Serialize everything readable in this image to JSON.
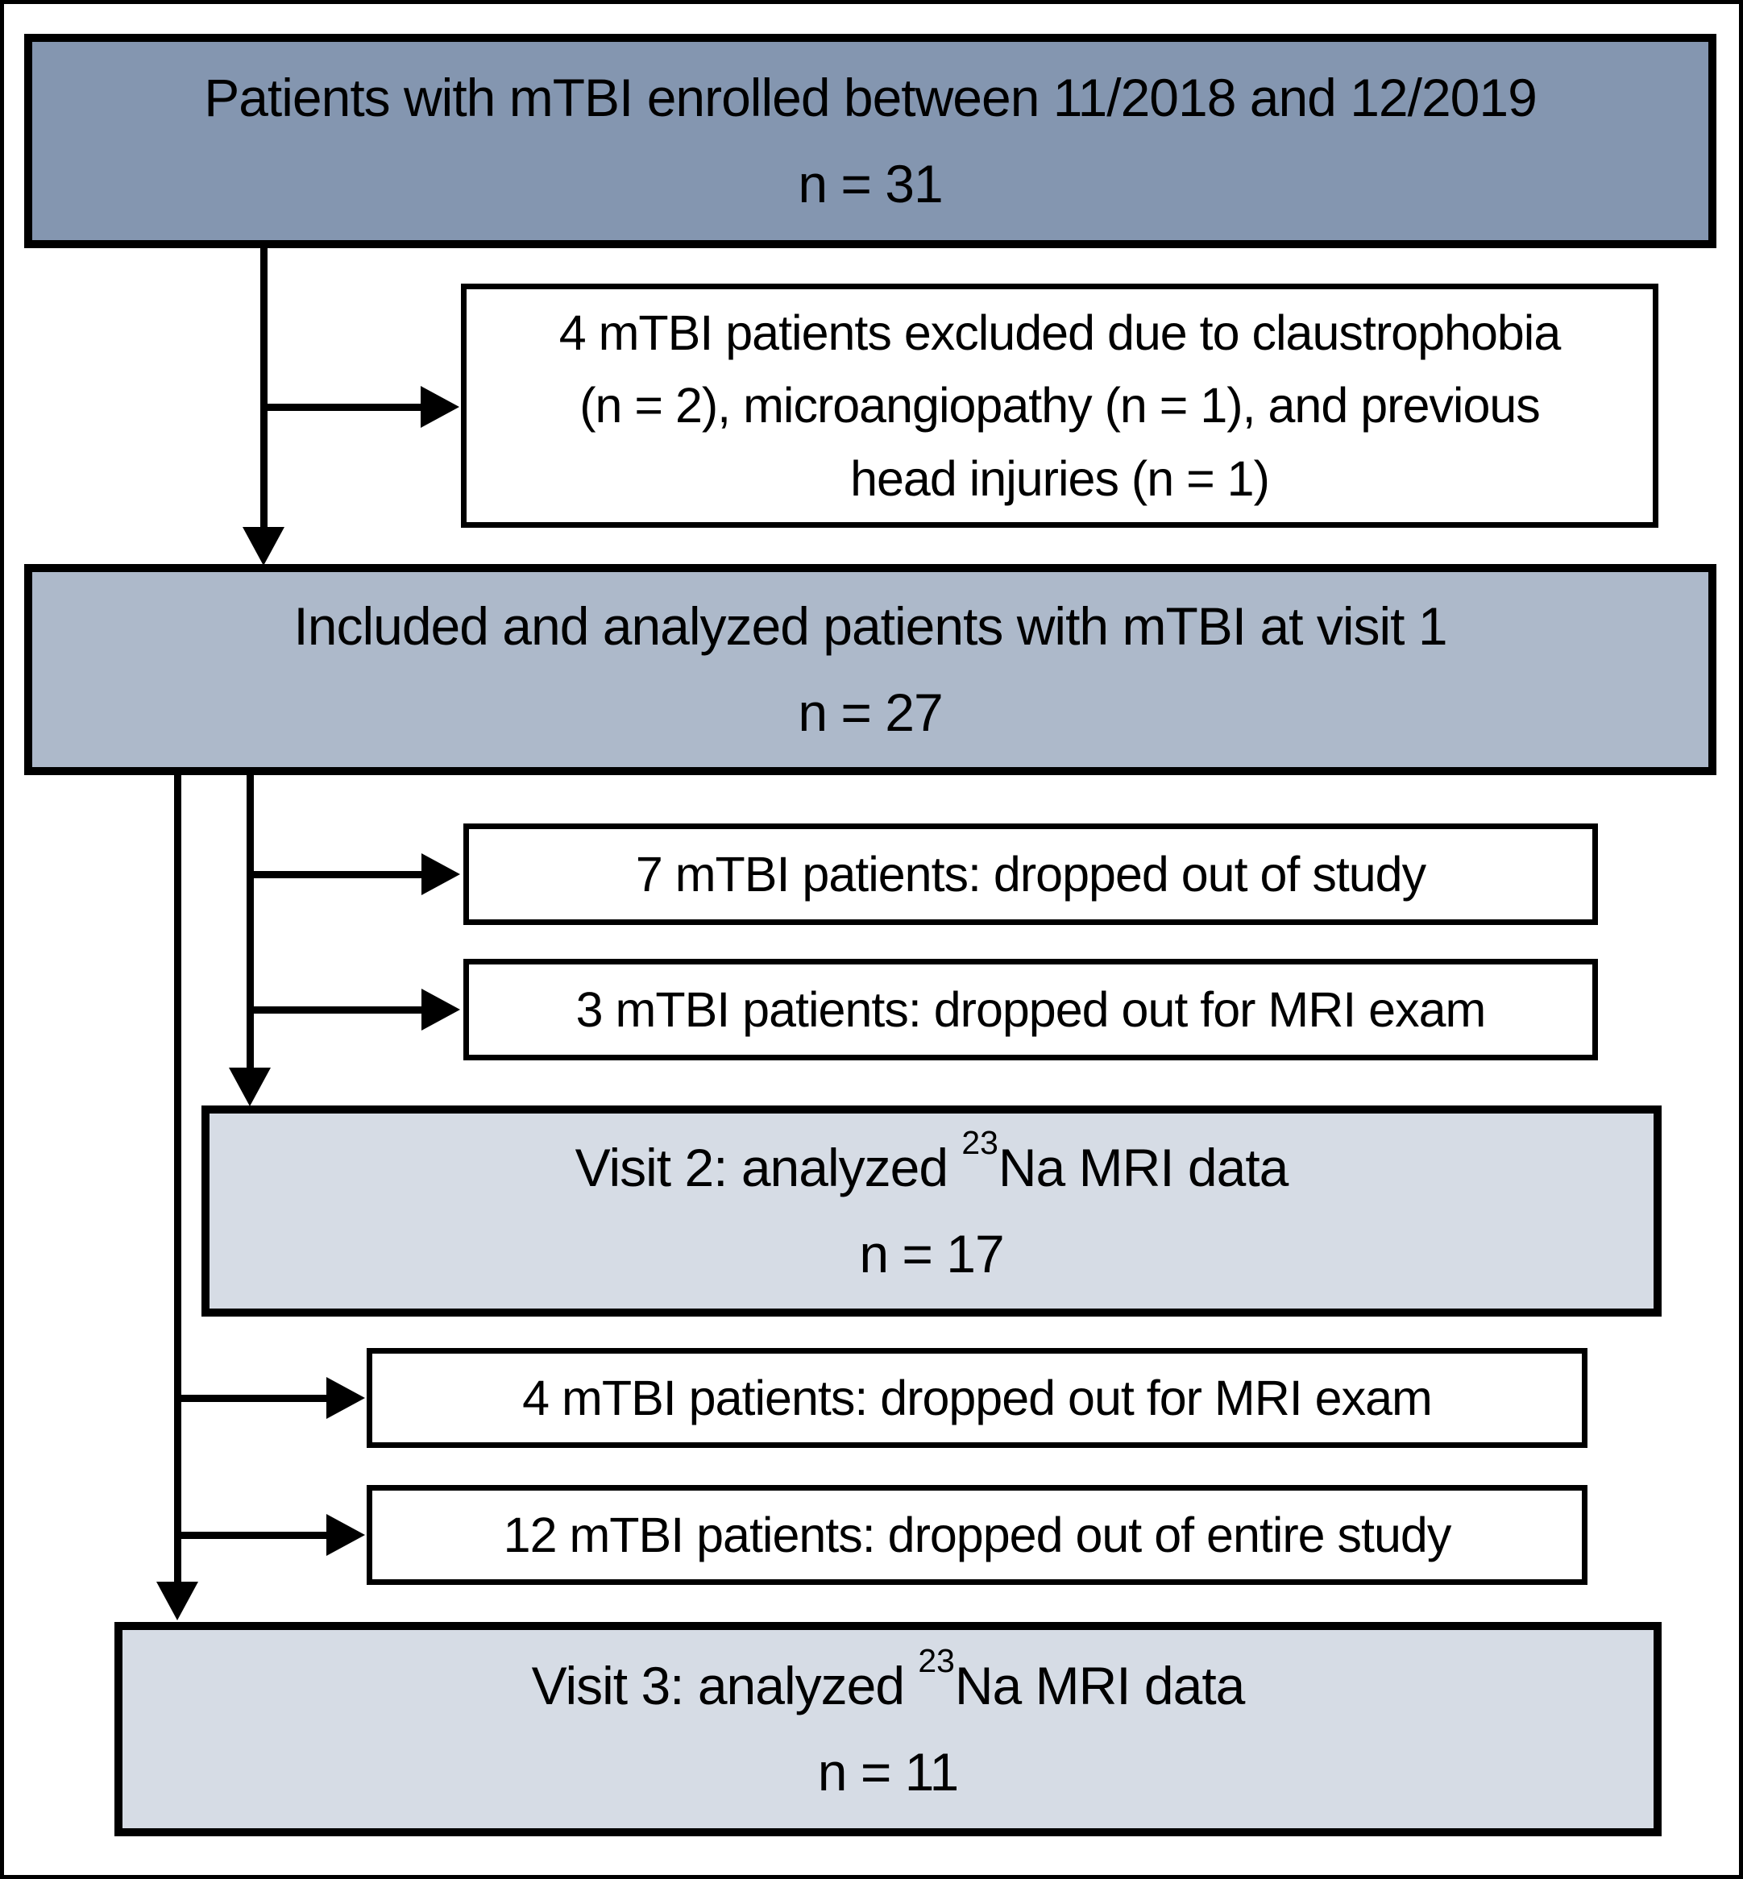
{
  "diagram": {
    "title": "mTBI patient enrollment and analysis flowchart",
    "colors": {
      "box_dark": "#8496B0",
      "box_medium": "#ADB9CA",
      "box_light": "#D6DCE5",
      "box_white": "#FFFFFF",
      "stroke": "#000000"
    },
    "boxes": {
      "enrolled": {
        "line1": "Patients with mTBI enrolled between 11/2018 and 12/2019",
        "count": "n = 31"
      },
      "excluded": {
        "lines": [
          "4 mTBI patients excluded due to claustrophobia",
          "(n = 2), microangiopathy (n = 1), and previous",
          "head injuries (n = 1)"
        ]
      },
      "included": {
        "line1": "Included and analyzed patients with mTBI at visit 1",
        "count": "n = 27"
      },
      "dropout7": {
        "text": "7 mTBI patients: dropped out of study"
      },
      "dropout3": {
        "text": "3 mTBI patients: dropped out for MRI exam"
      },
      "visit2": {
        "prefix": "Visit 2: analyzed ",
        "isotope": "23",
        "suffix": "Na MRI data",
        "count": "n = 17"
      },
      "dropout4": {
        "text": "4 mTBI patients: dropped out for MRI exam"
      },
      "dropout12": {
        "text": "12 mTBI patients: dropped out of entire study"
      },
      "visit3": {
        "prefix": "Visit 3: analyzed ",
        "isotope": "23",
        "suffix": "Na MRI data",
        "count": "n = 11"
      }
    }
  }
}
